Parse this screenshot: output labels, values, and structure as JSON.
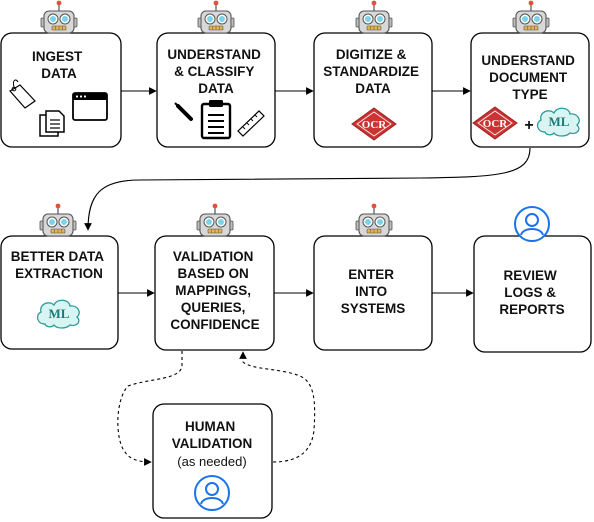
{
  "boxes": {
    "ingest": [
      "INGEST",
      "DATA"
    ],
    "understand_classify": [
      "UNDERSTAND",
      "& CLASSIFY",
      "DATA"
    ],
    "digitize": [
      "DIGITIZE &",
      "STANDARDIZE",
      "DATA"
    ],
    "doc_type": [
      "UNDERSTAND",
      "DOCUMENT",
      "TYPE"
    ],
    "better_extraction": [
      "BETTER DATA",
      "EXTRACTION"
    ],
    "validation": [
      "VALIDATION",
      "BASED ON",
      "MAPPINGS,",
      "QUERIES,",
      "CONFIDENCE"
    ],
    "enter": [
      "ENTER",
      "INTO",
      "SYSTEMS"
    ],
    "review": [
      "REVIEW",
      "LOGS &",
      "REPORTS"
    ],
    "human": [
      "HUMAN",
      "VALIDATION",
      "(as needed)"
    ]
  },
  "badges": {
    "ocr": "OCR",
    "ml": "ML",
    "plus": "+"
  },
  "icons": [
    "robot-icon",
    "tag-icon",
    "document-copy-icon",
    "browser-window-icon",
    "pen-icon",
    "clipboard-icon",
    "ruler-icon",
    "ocr-badge-icon",
    "ml-cloud-icon",
    "user-icon"
  ],
  "colors": {
    "ocr_fill": "#cc3333",
    "ml_fill": "#d9f5f3",
    "ml_stroke": "#2a9d9a",
    "user_icon": "#1a73e8",
    "robot_eye": "#7ad3e8"
  }
}
